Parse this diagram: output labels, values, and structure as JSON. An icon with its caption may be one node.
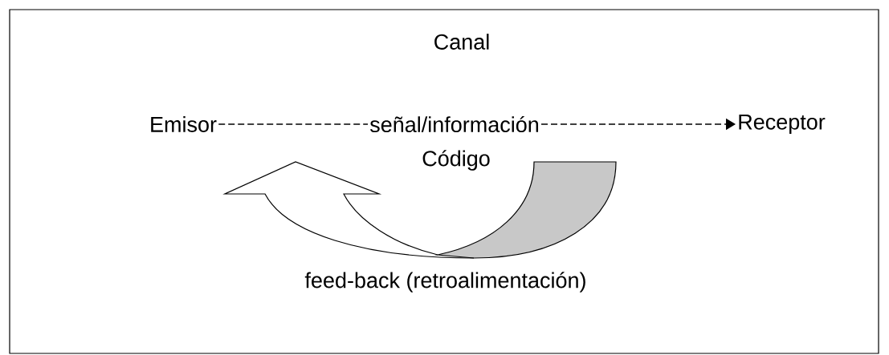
{
  "diagram": {
    "nodes": [
      {
        "text": [
          "Emisor"
        ]
      },
      {
        "text": [
          "señal/información"
        ]
      },
      {
        "text": [
          "Receptor"
        ]
      }
    ],
    "edges": [
      {
        "from": 0,
        "to": 1,
        "arrow": "none",
        "style": "dashed"
      },
      {
        "from": 1,
        "to": 2,
        "arrow": "to",
        "style": "dashed"
      }
    ],
    "labels": [
      "Canal",
      "Código",
      "feed-back (retroalimentación)"
    ]
  }
}
